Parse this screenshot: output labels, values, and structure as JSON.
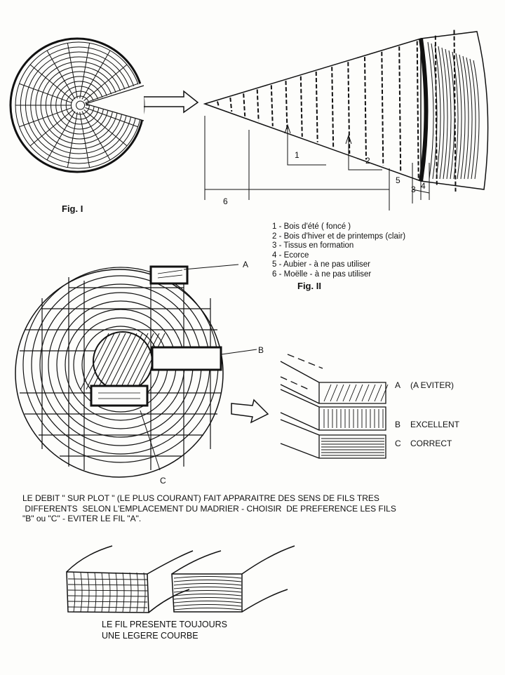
{
  "fig1": {
    "title": "Fig. I",
    "dimension_labels": [
      "1",
      "2",
      "3",
      "4",
      "5",
      "6"
    ]
  },
  "legend": {
    "items": [
      "1 - Bois d'été ( foncé )",
      "2 - Bois d'hiver et de printemps (clair)",
      "3 - Tissus en formation",
      "4 - Ecorce",
      "5 - Aubier - à ne pas utiliser",
      "6 - Moëlle - à ne pas utiliser"
    ]
  },
  "fig2": {
    "title": "Fig. II",
    "markers": {
      "a": "A",
      "b": "B",
      "c": "C"
    },
    "boards": [
      {
        "letter": "A",
        "label": "(A EVITER)"
      },
      {
        "letter": "B",
        "label": "EXCELLENT"
      },
      {
        "letter": "C",
        "label": "CORRECT"
      }
    ]
  },
  "paragraph": [
    "LE DEBIT \" SUR PLOT \" (LE PLUS COURANT) FAIT APPARAITRE DES SENS DE FILS TRES",
    " DIFFERENTS  SELON L'EMPLACEMENT DU MADRIER - CHOISIR  DE PREFERENCE LES FILS",
    "\"B\" ou \"C\" - EVITER LE FIL \"A\"."
  ],
  "fig3": {
    "caption": [
      "LE FIL PRESENTE TOUJOURS",
      "UNE LEGERE COURBE"
    ]
  }
}
